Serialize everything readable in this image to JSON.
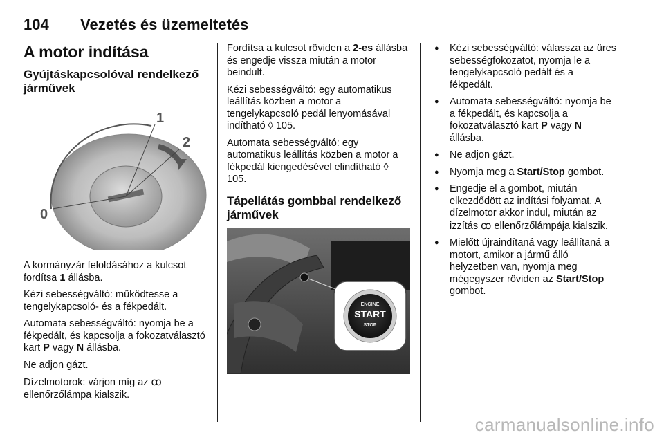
{
  "header": {
    "page_number": "104",
    "running_title": "Vezetés és üzemeltetés"
  },
  "section": {
    "title": "A motor indítása",
    "subtitle_1": "Gyújtáskapcsolóval rendelkező járművek",
    "figure_labels": {
      "pos0": "0",
      "pos1": "1",
      "pos2": "2"
    },
    "subtitle_2": "Tápellátás gombbal rendelkező járművek",
    "button_labels": {
      "engine": "ENGINE",
      "start": "START",
      "stop": "STOP"
    }
  },
  "col1": {
    "p1_a": "A kormányzár feloldásához a kulcsot fordítsa ",
    "p1_b": "1",
    "p1_c": " állásba.",
    "p2": "Kézi sebességváltó: működtesse a tengelykapcsoló- és a fékpedált.",
    "p3_a": "Automata sebességváltó: nyomja be a fékpedált, és kapcsolja a fokozatválasztó kart ",
    "p3_b": "P",
    "p3_c": " vagy ",
    "p3_d": "N",
    "p3_e": " állásba.",
    "p4": "Ne adjon gázt.",
    "p5_a": "Dízelmotorok: várjon míg az ",
    "p5_glyph": "ꝏ",
    "p5_b": " ellenőrzőlámpa kialszik."
  },
  "col2": {
    "p1_a": "Fordítsa a kulcsot röviden a ",
    "p1_b": "2-es",
    "p1_c": " állásba és engedje vissza miután a motor beindult.",
    "p2_a": "Kézi sebességváltó: egy automatikus leállítás közben a motor a tengelykapcsoló pedál lenyomásával indítható ",
    "p2_ref": "◊ 105.",
    "p3_a": "Automata sebességváltó: egy automatikus leállítás közben a motor a fékpedál kiengedésével elindítható ",
    "p3_ref": "◊ 105."
  },
  "col3": {
    "b1": "Kézi sebességváltó: válassza az üres sebességfokozatot, nyomja le a tengelykapcsoló pedált és a fékpedált.",
    "b2_a": "Automata sebességváltó: nyomja be a fékpedált, és kapcsolja a fokozatválasztó kart ",
    "b2_b": "P",
    "b2_c": " vagy ",
    "b2_d": "N",
    "b2_e": " állásba.",
    "b3": "Ne adjon gázt.",
    "b4_a": "Nyomja meg a ",
    "b4_b": "Start/Stop",
    "b4_c": " gombot.",
    "b5_a": "Engedje el a gombot, miután elkezdődött az indítási folyamat. A dízelmotor akkor indul, miután az izzítás ",
    "b5_glyph": "ꝏ",
    "b5_b": " ellenőrzőlámpája kialszik.",
    "b6_a": "Mielőtt újraindítaná vagy leállítaná a motort, amikor a jármű álló helyzetben van, nyomja meg mégegyszer röviden az ",
    "b6_b": "Start/Stop",
    "b6_c": " gombot."
  },
  "watermark": "carmanualsonline.info"
}
